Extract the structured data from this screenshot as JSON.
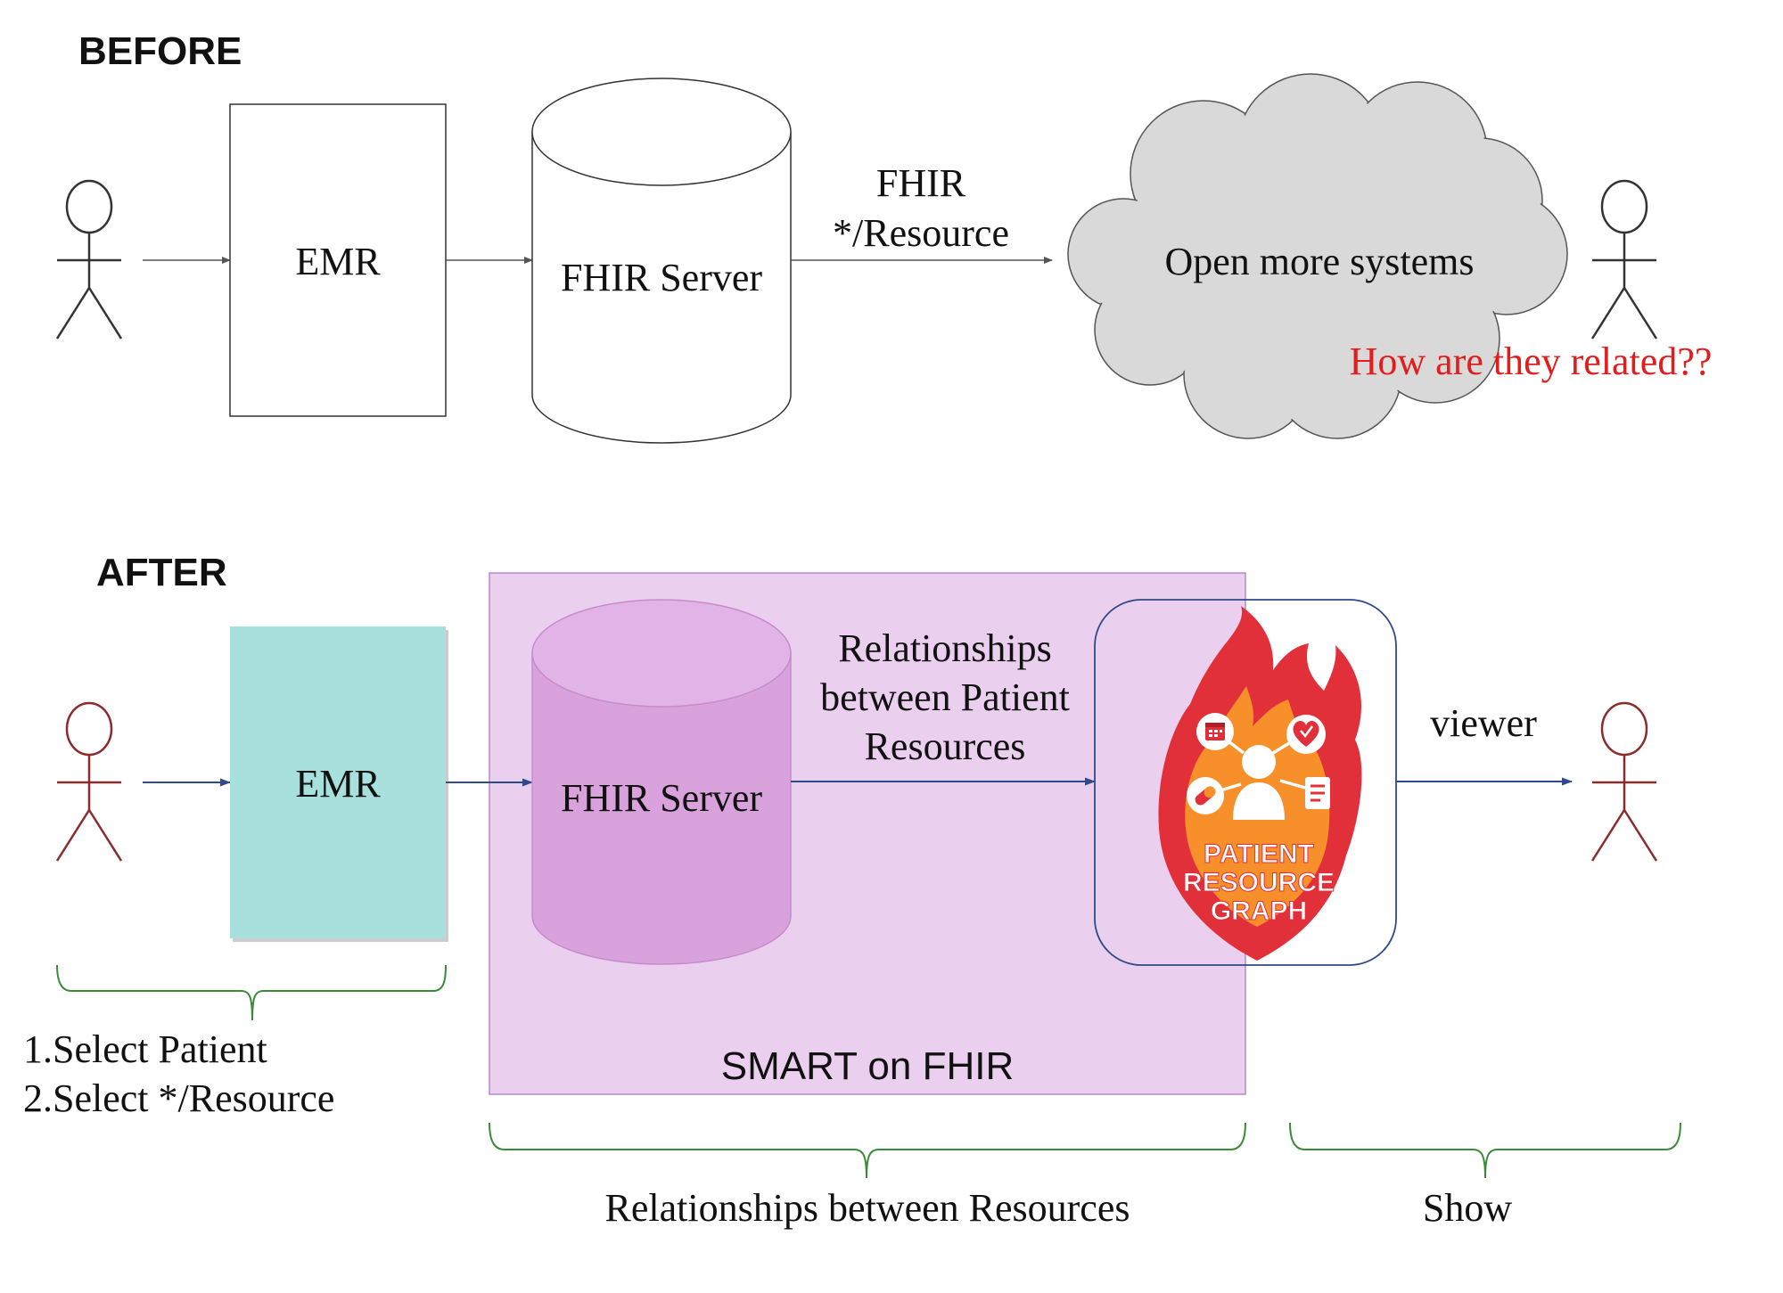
{
  "before": {
    "heading": "BEFORE",
    "emr_label": "EMR",
    "server_label": "FHIR Server",
    "arrow_label_line1": "FHIR",
    "arrow_label_line2": "*/Resource",
    "cloud_label": "Open more systems",
    "question": "How are they related??"
  },
  "after": {
    "heading": "AFTER",
    "emr_label": "EMR",
    "server_label": "FHIR Server",
    "relationship_line1": "Relationships",
    "relationship_line2": "between Patient",
    "relationship_line3": "Resources",
    "viewer_label": "viewer",
    "smart_label": "SMART on FHIR",
    "logo_line1": "PATIENT",
    "logo_line2": "RESOURCE",
    "logo_line3": "GRAPH",
    "step1": "1.Select Patient",
    "step2": "2.Select */Resource",
    "brace_middle_label": "Relationships between Resources",
    "brace_right_label": "Show"
  },
  "colors": {
    "before_stroke": "#333333",
    "cloud_fill": "#d9d9d9",
    "question_text": "#e31c1c",
    "after_person": "#8b2b2b",
    "after_arrow": "#2f4a8a",
    "emr_fill": "#a8e0de",
    "server_fill": "#d9a2dd",
    "smart_region": "#ead0ee",
    "smart_border": "#b88ac8",
    "brace": "#3a8a3a",
    "logo_red": "#e2303a",
    "logo_orange": "#f7902a"
  },
  "icons": [
    "person-icon",
    "calendar-icon",
    "heart-check-icon",
    "pill-icon",
    "document-icon",
    "user-icon"
  ]
}
